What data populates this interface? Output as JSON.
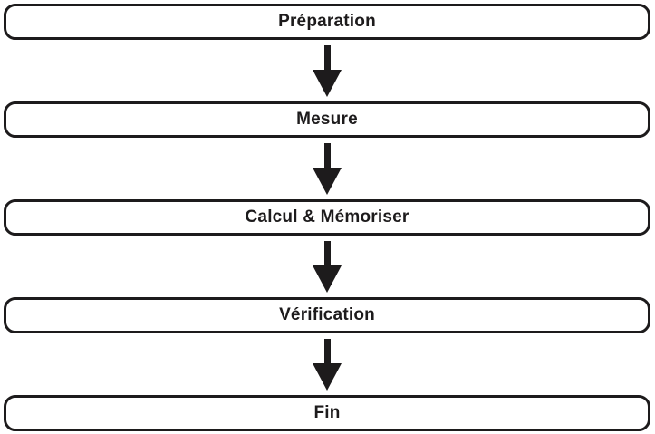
{
  "flowchart": {
    "steps": [
      {
        "label": "Préparation"
      },
      {
        "label": "Mesure"
      },
      {
        "label": "Calcul & Mémoriser"
      },
      {
        "label": "Vérification"
      },
      {
        "label": "Fin"
      }
    ],
    "connector": "down-arrow",
    "colors": {
      "border": "#1d1b1c",
      "text": "#1d1b1c",
      "arrow": "#1d1b1c",
      "background": "#ffffff"
    }
  }
}
